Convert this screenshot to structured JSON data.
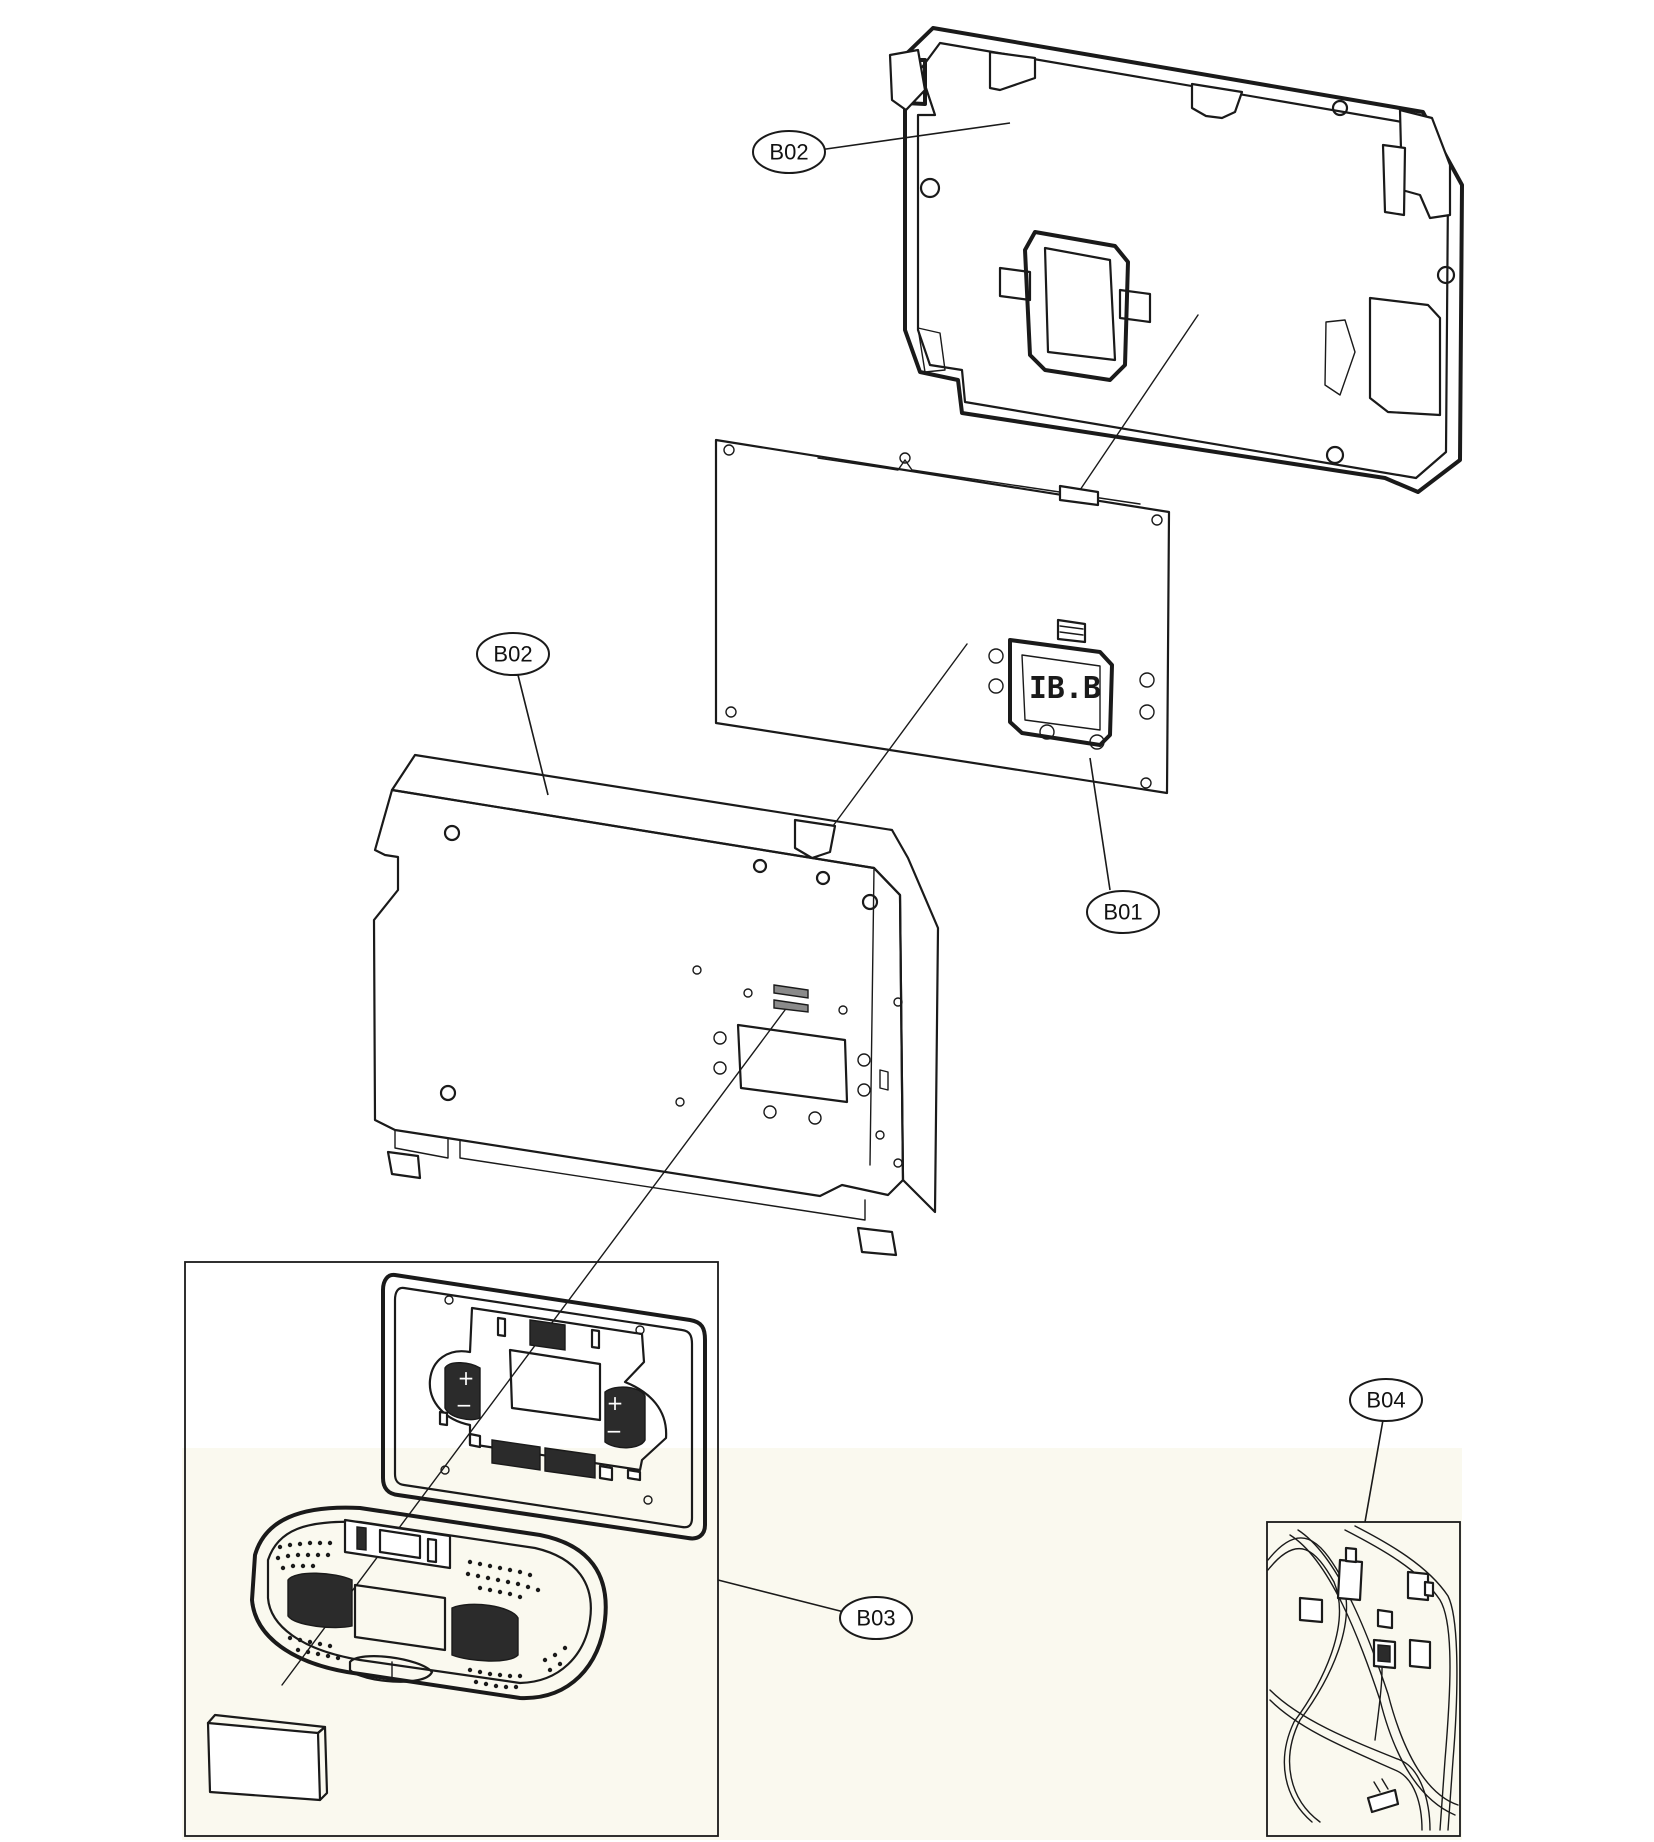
{
  "callouts": {
    "b02_top": "B02",
    "b02_front": "B02",
    "b01": "B01",
    "b03": "B03",
    "b04": "B04"
  },
  "colors": {
    "line": "#1a1a1a",
    "background": "#ffffff",
    "shade": "#faf9ef"
  }
}
